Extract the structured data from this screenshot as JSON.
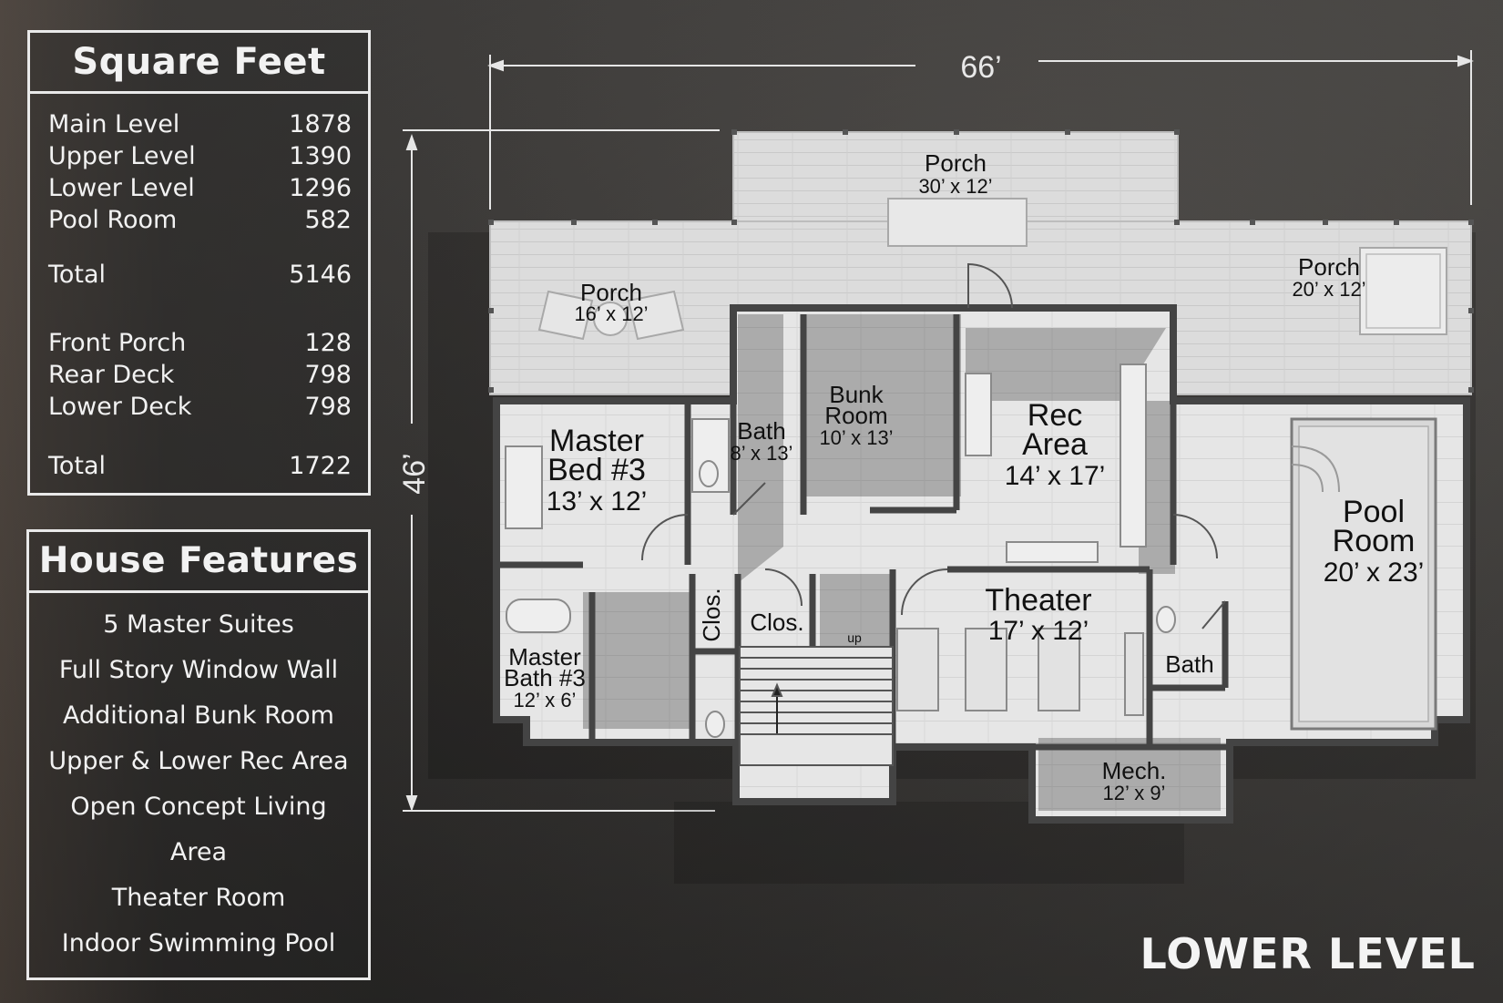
{
  "square_feet": {
    "title": "Square Feet",
    "rows": [
      {
        "label": "Main Level",
        "value": "1878"
      },
      {
        "label": "Upper Level",
        "value": "1390"
      },
      {
        "label": "Lower Level",
        "value": "1296"
      },
      {
        "label": "Pool Room",
        "value": "582"
      },
      {
        "label": "Total",
        "value": "5146"
      },
      {
        "label": "Front Porch",
        "value": "128"
      },
      {
        "label": "Rear Deck",
        "value": "798"
      },
      {
        "label": "Lower Deck",
        "value": "798"
      },
      {
        "label": "Total",
        "value": "1722"
      }
    ]
  },
  "house_features": {
    "title": "House Features",
    "items": [
      "5 Master Suites",
      "Full Story Window Wall",
      "Additional Bunk Room",
      "Upper & Lower Rec Area",
      "Open Concept Living",
      "Area",
      "Theater Room",
      "Indoor Swimming Pool"
    ]
  },
  "plan": {
    "width_dim": "66’",
    "depth_dim": "46’",
    "level_label": "LOWER LEVEL",
    "rooms": {
      "porch_top": {
        "name": "Porch",
        "size": "30’ x 12’"
      },
      "porch_left": {
        "name": "Porch",
        "size": "16’ x 12’"
      },
      "porch_right": {
        "name": "Porch",
        "size": "20’ x 12’"
      },
      "master_bed": {
        "name1": "Master",
        "name2": "Bed #3",
        "size": "13’ x 12’"
      },
      "bath_small": {
        "name": "Bath",
        "size": "8’ x 13’"
      },
      "bunk": {
        "name1": "Bunk",
        "name2": "Room",
        "size": "10’ x 13’"
      },
      "rec": {
        "name1": "Rec",
        "name2": "Area",
        "size": "14’ x 17’"
      },
      "pool": {
        "name1": "Pool",
        "name2": "Room",
        "size": "20’ x 23’"
      },
      "theater": {
        "name": "Theater",
        "size": "17’ x 12’"
      },
      "master_bath": {
        "name1": "Master",
        "name2": "Bath #3",
        "size": "12’ x 6’"
      },
      "clos_v": {
        "name": "Clos."
      },
      "clos": {
        "name": "Clos."
      },
      "stair_up": {
        "name": "up"
      },
      "bath_right": {
        "name": "Bath"
      },
      "mech": {
        "name": "Mech.",
        "size": "12’ x 9’"
      }
    }
  }
}
